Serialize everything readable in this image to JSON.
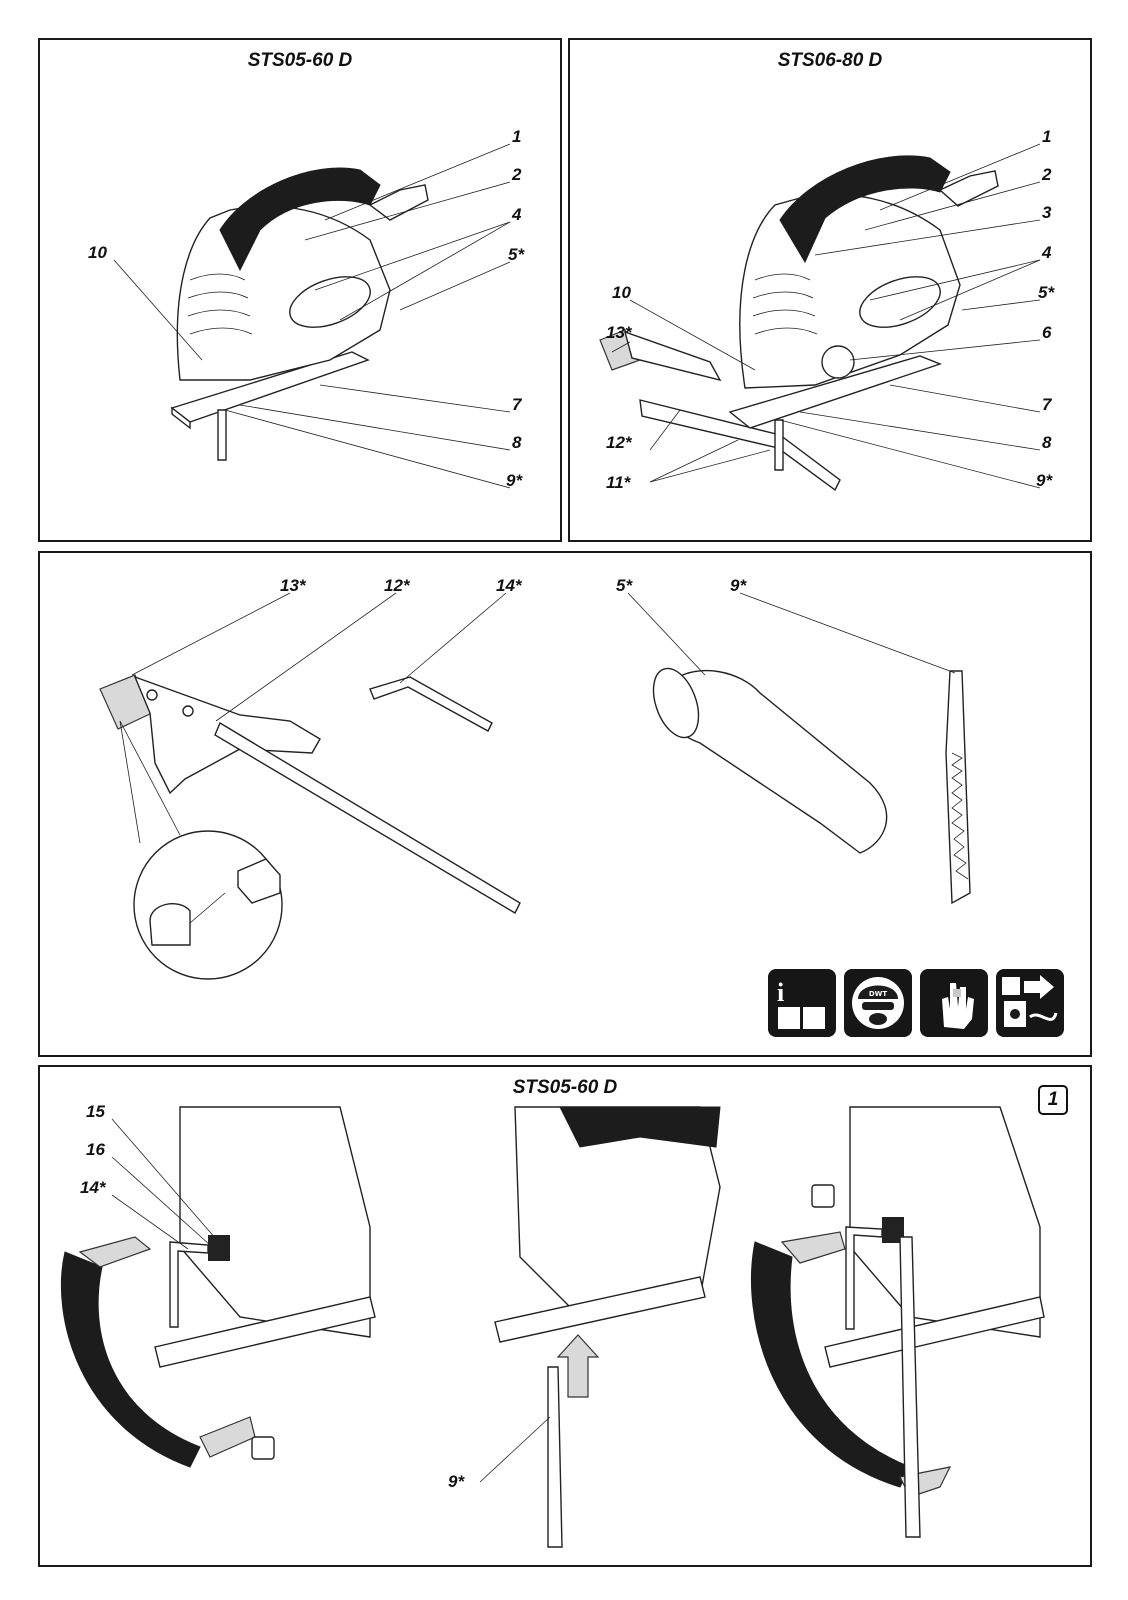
{
  "panels": {
    "p1": {
      "title": "STS05-60 D",
      "labels": [
        "1",
        "2",
        "4",
        "5*",
        "10",
        "7",
        "8",
        "9*"
      ]
    },
    "p2": {
      "title": "STS06-80 D",
      "labels": [
        "1",
        "2",
        "3",
        "4",
        "5*",
        "6",
        "10",
        "13*",
        "7",
        "12*",
        "8",
        "11*",
        "9*"
      ]
    },
    "p3": {
      "labels": [
        "13*",
        "12*",
        "14*",
        "5*",
        "9*"
      ],
      "icons": [
        "read-manual-icon",
        "protective-equipment-icon",
        "glove-hand-icon",
        "unplug-before-service-icon"
      ],
      "icon_text": {
        "info": "i",
        "brand": "DWT"
      }
    },
    "p4": {
      "title": "STS05-60 D",
      "figure_number": "1",
      "labels": [
        "15",
        "16",
        "14*",
        "9*"
      ]
    }
  }
}
